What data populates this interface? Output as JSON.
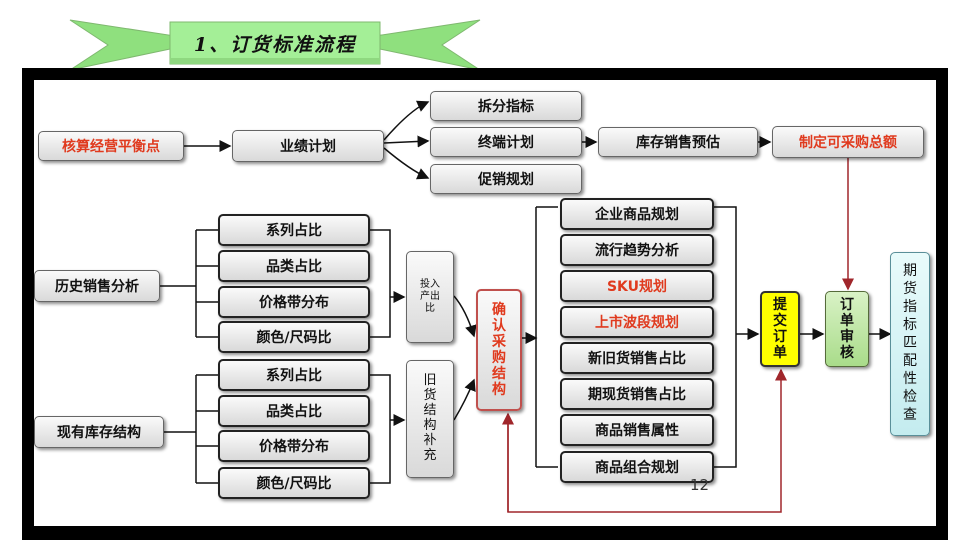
{
  "title": "1、订货标准流程",
  "nodes": {
    "breakeven": "核算经营平衡点",
    "performance_plan": "业绩计划",
    "split_indicators": "拆分指标",
    "terminal_plan": "终端计划",
    "promotion_plan": "促销规划",
    "inventory_sales_forecast": "库存销售预估",
    "purchase_total": "制定可采购总额",
    "history_sales": "历史销售分析",
    "current_inventory": "现有库存结构",
    "top_group": [
      "系列占比",
      "品类占比",
      "价格带分布",
      "颜色/尺码比"
    ],
    "bottom_group": [
      "系列占比",
      "品类占比",
      "价格带分布",
      "颜色/尺码比"
    ],
    "input_output": "投入\n产出\n比",
    "old_stock": "旧\n货\n结\n构\n补\n充",
    "confirm_structure": "确\n认\n采\n购\n结\n构",
    "planning": [
      "企业商品规划",
      "流行趋势分析",
      "SKU规划",
      "上市波段规划",
      "新旧货销售占比",
      "期现货销售占比",
      "商品销售属性",
      "商品组合规划"
    ],
    "submit_order": "提\n交\n订\n单",
    "order_review": "订\n单\n审\n核",
    "futures_check": "期\n货\n指\n标\n匹\n配\n性\n检\n查"
  },
  "page_number": "12",
  "colors": {
    "accent_red": "#e03a1e",
    "feedback_line": "#a0262b",
    "title_banner": "#a4ef97",
    "submit_fill": "#ffff00"
  }
}
